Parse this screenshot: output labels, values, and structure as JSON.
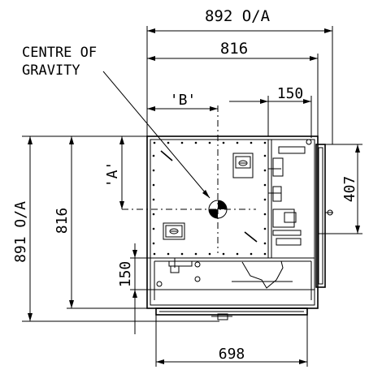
{
  "dimensions": {
    "overall_width": "892 O/A",
    "inner_width_top": "816",
    "overall_height": "891 O/A",
    "inner_height_left": "816",
    "offset_b": "'B'",
    "offset_a": "'A'",
    "dim_150_top": "150",
    "dim_150_left": "150",
    "dim_407": "407",
    "dim_698": "698"
  },
  "callout": {
    "line1": "CENTRE OF",
    "line2": "GRAVITY"
  }
}
